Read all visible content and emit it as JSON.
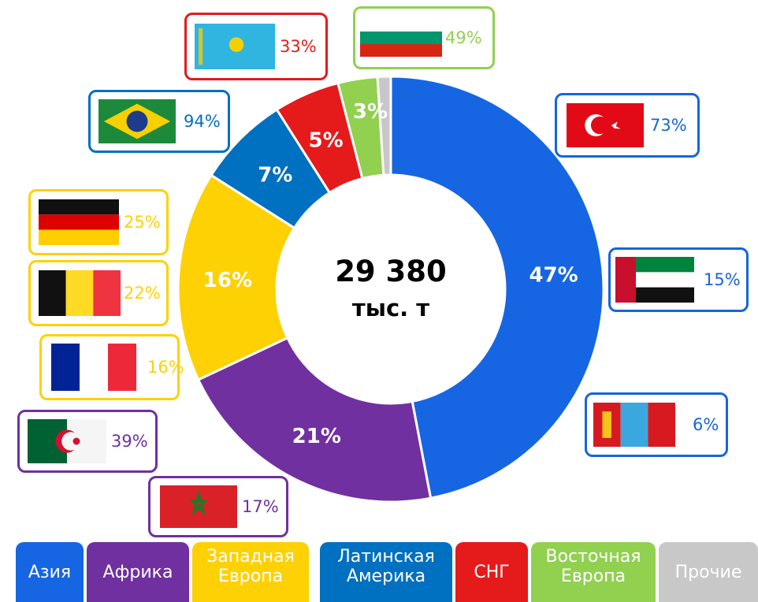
{
  "chart_data": {
    "type": "pie",
    "donut": true,
    "center_label": {
      "value": "29 380",
      "unit": "тыс. т"
    },
    "slices": [
      {
        "name": "Азия",
        "value": 47,
        "label": "47%",
        "color": "#1666e3"
      },
      {
        "name": "Африка",
        "value": 21,
        "label": "21%",
        "color": "#7030a0"
      },
      {
        "name": "Западная Европа",
        "value": 16,
        "label": "16%",
        "color": "#fed105"
      },
      {
        "name": "Латинская Америка",
        "value": 7,
        "label": "7%",
        "color": "#0070c0"
      },
      {
        "name": "СНГ",
        "value": 5,
        "label": "5%",
        "color": "#e51a1a"
      },
      {
        "name": "Восточная Европа",
        "value": 3,
        "label": "3%",
        "color": "#92d050"
      },
      {
        "name": "Прочие",
        "value": 1,
        "label": "%",
        "color": "#c8c8c8"
      }
    ],
    "countries": [
      {
        "flag": "turkey-flag",
        "pct": "73%",
        "region": "Азия",
        "color": "#1666d9"
      },
      {
        "flag": "uae-flag",
        "pct": "15%",
        "region": "Азия",
        "color": "#1666d9"
      },
      {
        "flag": "mongolia-flag",
        "pct": "6%",
        "region": "Азия",
        "color": "#1666d9"
      },
      {
        "flag": "morocco-flag",
        "pct": "17%",
        "region": "Африка",
        "color": "#7030a0"
      },
      {
        "flag": "algeria-flag",
        "pct": "39%",
        "region": "Африка",
        "color": "#7030a0"
      },
      {
        "flag": "france-flag",
        "pct": "16%",
        "region": "Западная Европа",
        "color": "#fed105"
      },
      {
        "flag": "belgium-flag",
        "pct": "22%",
        "region": "Западная Европа",
        "color": "#fed105"
      },
      {
        "flag": "germany-flag",
        "pct": "25%",
        "region": "Западная Европа",
        "color": "#fed105"
      },
      {
        "flag": "brazil-flag",
        "pct": "94%",
        "region": "Латинская Америка",
        "color": "#0070c0"
      },
      {
        "flag": "kazakhstan-flag",
        "pct": "33%",
        "region": "СНГ",
        "color": "#e51a1a"
      },
      {
        "flag": "bulgaria-flag",
        "pct": "49%",
        "region": "Восточная Европа",
        "color": "#92d050"
      }
    ],
    "legend": [
      {
        "lines": [
          "Азия"
        ],
        "color": "#1666e3",
        "text_color": "#ffffff"
      },
      {
        "lines": [
          "Африка"
        ],
        "color": "#7030a0",
        "text_color": "#ffffff"
      },
      {
        "lines": [
          "Западная",
          "Европа"
        ],
        "color": "#fed105",
        "text_color": "#ffffff"
      },
      {
        "lines": [
          "Латинская",
          "Америка"
        ],
        "color": "#0070c0",
        "text_color": "#ffffff"
      },
      {
        "lines": [
          "СНГ"
        ],
        "color": "#e51a1a",
        "text_color": "#ffffff"
      },
      {
        "lines": [
          "Восточная",
          "Европа"
        ],
        "color": "#92d050",
        "text_color": "#ffffff"
      },
      {
        "lines": [
          "Прочие"
        ],
        "color": "#c8c8c8",
        "text_color": "#ffffff"
      }
    ]
  }
}
